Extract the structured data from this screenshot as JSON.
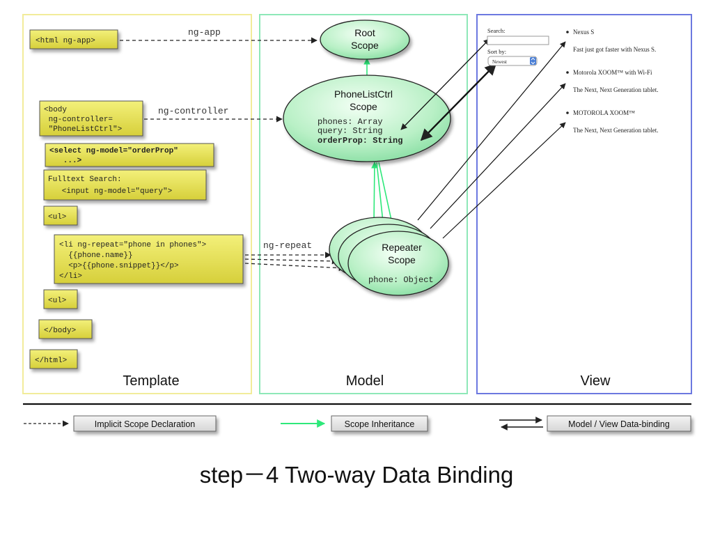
{
  "template": {
    "label": "Template",
    "html_tag": "<html ng-app>",
    "body_tag": [
      "<body",
      " ng-controller=",
      " \"PhoneListCtrl\">"
    ],
    "select_tag": [
      "<select ng-model=\"orderProp\"",
      "   ...>"
    ],
    "search_tag": [
      "Fulltext Search:",
      "   <input ng-model=\"query\">"
    ],
    "ul_open": "<ul>",
    "li_tag": [
      "<li ng-repeat=\"phone in phones\">",
      "  {{phone.name}}",
      "  <p>{{phone.snippet}}</p>",
      "</li>"
    ],
    "ul_close": "<ul>",
    "body_close": "</body>",
    "html_close": "</html>"
  },
  "model": {
    "label": "Model",
    "root_scope": [
      "Root",
      "Scope"
    ],
    "ctrl_scope": {
      "title": [
        "PhoneListCtrl",
        "Scope"
      ],
      "props": [
        "phones: Array",
        "query: String"
      ],
      "bold_prop": "orderProp: String"
    },
    "repeater_scope": {
      "title": [
        "Repeater",
        "Scope"
      ],
      "prop": "phone: Object"
    }
  },
  "view": {
    "label": "View",
    "search_label": "Search:",
    "sort_label": "Sort by:",
    "sort_value": "Newest",
    "phones": [
      {
        "name": "Nexus S",
        "snippet": "Fast just got faster with Nexus S."
      },
      {
        "name": "Motorola XOOM™ with Wi-Fi",
        "snippet": "The Next, Next Generation tablet."
      },
      {
        "name": "MOTOROLA XOOM™",
        "snippet": "The Next, Next Generation tablet."
      }
    ]
  },
  "edges": {
    "ng_app": "ng-app",
    "ng_controller": "ng-controller",
    "ng_repeat": "ng-repeat"
  },
  "legend": {
    "implicit": "Implicit Scope Declaration",
    "inheritance": "Scope Inheritance",
    "binding": "Model / View Data-binding"
  },
  "caption": "step－4 Two-way Data Binding",
  "colors": {
    "template_border": "#f2ec9a",
    "model_border": "#8ee8b8",
    "view_border": "#6c78e0",
    "code_box": "#e6e255",
    "scope_fill": "#b8f0c8",
    "inherit_arrow": "#2ee87a"
  }
}
